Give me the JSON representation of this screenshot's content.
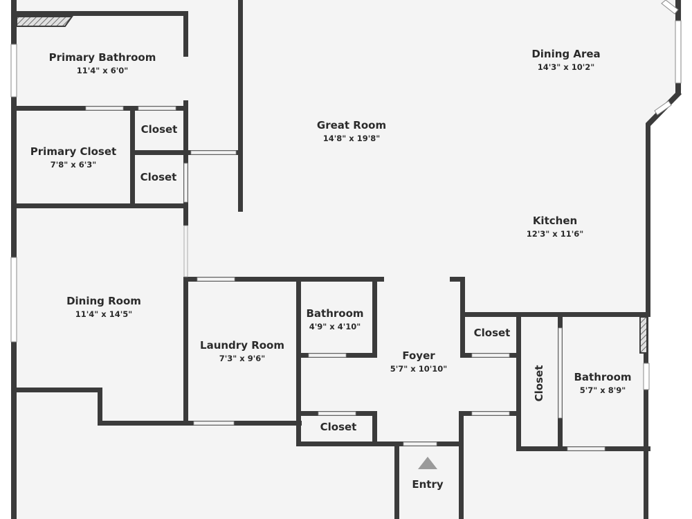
{
  "colors": {
    "floor": "#f4f4f4",
    "wall": "#3b3b3b",
    "text": "#2b2b2b",
    "window": "#ffffff"
  },
  "rooms": {
    "primary_bathroom": {
      "name": "Primary Bathroom",
      "dims": "11'4\" x 6'0\""
    },
    "primary_closet": {
      "name": "Primary Closet",
      "dims": "7'8\" x 6'3\""
    },
    "closet_upper": {
      "name": "Closet"
    },
    "closet_lower": {
      "name": "Closet"
    },
    "great_room": {
      "name": "Great Room",
      "dims": "14'8\" x 19'8\""
    },
    "dining_area": {
      "name": "Dining Area",
      "dims": "14'3\" x 10'2\""
    },
    "kitchen": {
      "name": "Kitchen",
      "dims": "12'3\" x 11'6\""
    },
    "dining_room": {
      "name": "Dining Room",
      "dims": "11'4\" x 14'5\""
    },
    "laundry_room": {
      "name": "Laundry Room",
      "dims": "7'3\" x 9'6\""
    },
    "bathroom_center": {
      "name": "Bathroom",
      "dims": "4'9\" x 4'10\""
    },
    "foyer": {
      "name": "Foyer",
      "dims": "5'7\" x 10'10\""
    },
    "closet_foyer_right": {
      "name": "Closet"
    },
    "closet_vertical": {
      "name": "Closet"
    },
    "bathroom_right": {
      "name": "Bathroom",
      "dims": "5'7\" x 8'9\""
    },
    "closet_foyer_bottom": {
      "name": "Closet"
    },
    "entry": {
      "name": "Entry"
    }
  }
}
